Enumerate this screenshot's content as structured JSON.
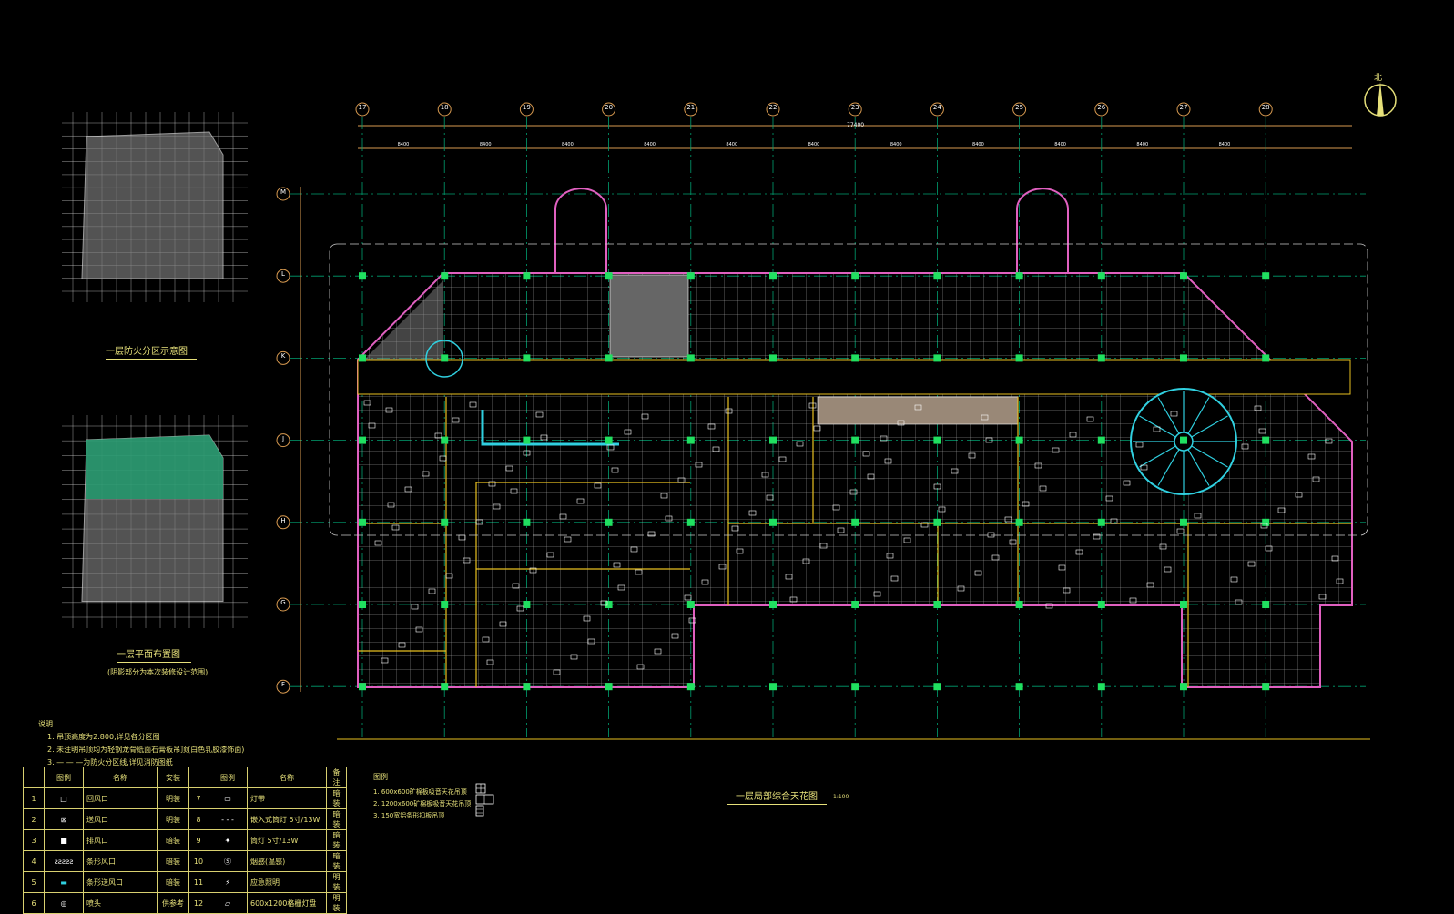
{
  "drawing": {
    "title": "一层局部综合天花图",
    "scale": "1:100",
    "north_label": "北",
    "overall_dimension": "77400",
    "bay_dimension": "8400"
  },
  "axes": {
    "columns": [
      "17",
      "18",
      "19",
      "20",
      "21",
      "22",
      "23",
      "24",
      "25",
      "26",
      "27",
      "28"
    ],
    "rows": [
      "M",
      "L",
      "K",
      "J",
      "H",
      "G",
      "F"
    ]
  },
  "key_plans": [
    {
      "title": "一层防火分区示意图"
    },
    {
      "title": "一层平面布置图",
      "subtitle": "(阴影部分为本次装修设计范围)"
    }
  ],
  "notes": {
    "heading": "说明",
    "items": [
      "1. 吊顶高度为2.800,详见各分区图",
      "2. 未注明吊顶均为轻钢龙骨纸面石膏板吊顶(白色乳胶漆饰面)",
      "3. — — —为防火分区线,详见消防图纸"
    ]
  },
  "legend_table": {
    "headers": [
      "",
      "图例",
      "名称",
      "安装",
      "",
      "图例",
      "名称",
      "备注"
    ],
    "rows": [
      {
        "no1": "1",
        "icon1": "return-air",
        "name1": "回风口",
        "install1": "明装",
        "no2": "7",
        "icon2": "light-strip",
        "name2": "灯带",
        "note2": "暗装"
      },
      {
        "no1": "2",
        "icon1": "supply-air",
        "name1": "送风口",
        "install1": "明装",
        "no2": "8",
        "icon2": "dash-line",
        "name2": "嵌入式筒灯 5寸/13W",
        "note2": "暗装"
      },
      {
        "no1": "3",
        "icon1": "exhaust",
        "name1": "排风口",
        "install1": "暗装",
        "no2": "9",
        "icon2": "downlight",
        "name2": "筒灯 5寸/13W",
        "note2": "暗装"
      },
      {
        "no1": "4",
        "icon1": "linear-slot",
        "name1": "条形风口",
        "install1": "暗装",
        "no2": "10",
        "icon2": "smoke-detector",
        "name2": "烟感(温感)",
        "note2": "暗装"
      },
      {
        "no1": "5",
        "icon1": "linear-diffuser",
        "name1": "条形送风口",
        "install1": "暗装",
        "no2": "11",
        "icon2": "emergency-light",
        "name2": "应急照明",
        "note2": "明装"
      },
      {
        "no1": "6",
        "icon1": "sprinkler",
        "name1": "喷头",
        "install1": "供参考",
        "no2": "12",
        "icon2": "grille-light",
        "name2": "600x1200格栅灯盘",
        "note2": "明装"
      }
    ]
  },
  "ceiling_legend": {
    "heading": "图例",
    "items": [
      "1. 600x600矿棉板吸音天花吊顶",
      "2. 1200x600矿棉板吸音天花吊顶",
      "3. 150宽铝条形扣板吊顶"
    ]
  },
  "colors": {
    "background": "#000000",
    "text": "#e6e07a",
    "grid": "#00a070",
    "dimension": "#d89a50",
    "wall": "#e060c0",
    "column": "#20e060",
    "ceiling": "#ffffff",
    "duct": "#30d0e0",
    "partition": "#e8c020"
  }
}
